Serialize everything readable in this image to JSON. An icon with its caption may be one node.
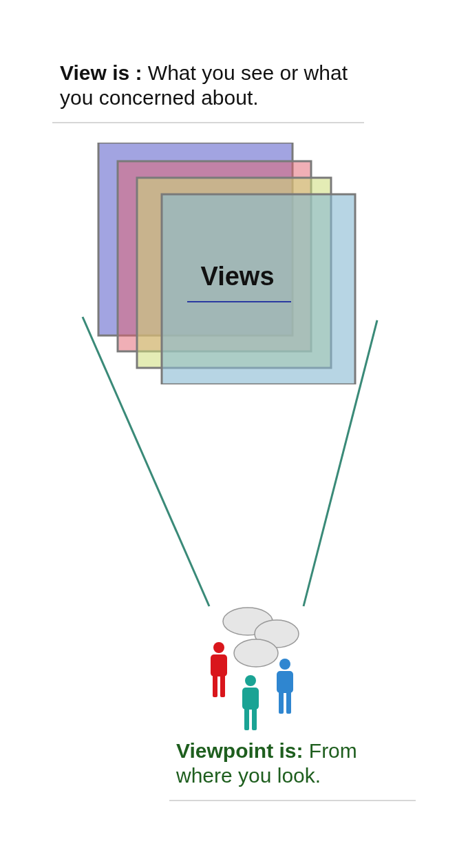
{
  "diagram": {
    "nodes": [
      {
        "text": [
          "Views"
        ]
      },
      {
        "text": [],
        "shape": "person",
        "beside": [
          "**Viewpoint is:** From where you look."
        ]
      }
    ],
    "edges": [
      {
        "from": 1,
        "to": 0,
        "arrow": "none"
      },
      {
        "from": 1,
        "to": 0,
        "arrow": "none"
      }
    ],
    "labels": [
      "**View is :** What you see or what you concerned about."
    ]
  }
}
